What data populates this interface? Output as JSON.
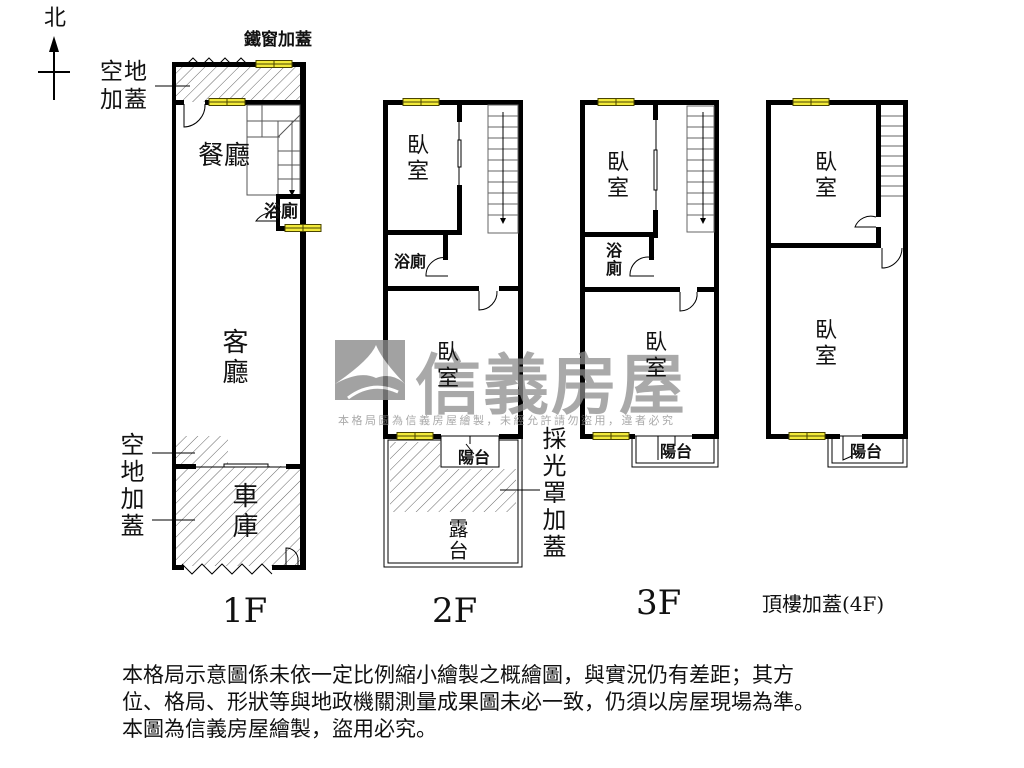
{
  "compass": {
    "label": "北",
    "icon": "north-arrow-icon"
  },
  "watermark": {
    "brand": "信義房屋",
    "subtext": "本格局圖為信義房屋繪製，未經允許請勿盜用，違者必究",
    "logo_color": "#8c8c8c"
  },
  "colors": {
    "wall": "#000000",
    "window_fill": "#f2ea3a",
    "window_border": "#5a5200",
    "hatch": "#555555"
  },
  "floors": [
    {
      "id": "1F",
      "label": "1F",
      "rooms": [
        {
          "name": "餐廳"
        },
        {
          "name": "浴廁"
        },
        {
          "name": "客廳"
        },
        {
          "name": "車庫"
        }
      ],
      "annotations": [
        {
          "text": "鐵窗加蓋"
        },
        {
          "text": "空地加蓋",
          "position": "north"
        },
        {
          "text": "空地加蓋",
          "position": "south"
        }
      ]
    },
    {
      "id": "2F",
      "label": "2F",
      "rooms": [
        {
          "name": "臥室"
        },
        {
          "name": "浴廁"
        },
        {
          "name": "臥室"
        },
        {
          "name": "陽台"
        },
        {
          "name": "露台"
        }
      ],
      "annotations": [
        {
          "text": "採光罩加蓋"
        }
      ]
    },
    {
      "id": "3F",
      "label": "3F",
      "rooms": [
        {
          "name": "臥室"
        },
        {
          "name": "浴廁"
        },
        {
          "name": "臥室"
        },
        {
          "name": "陽台"
        }
      ]
    },
    {
      "id": "4F",
      "label": "頂樓加蓋(4F)",
      "rooms": [
        {
          "name": "臥室"
        },
        {
          "name": "臥室"
        },
        {
          "name": "陽台"
        }
      ]
    }
  ],
  "disclaimer": {
    "lines": [
      "本格局示意圖係未依一定比例縮小繪製之概繪圖，與實況仍有差距；其方",
      "位、格局、形狀等與地政機關測量成果圖未必一致，仍須以房屋現場為準。",
      "本圖為信義房屋繪製，盜用必究。"
    ]
  }
}
